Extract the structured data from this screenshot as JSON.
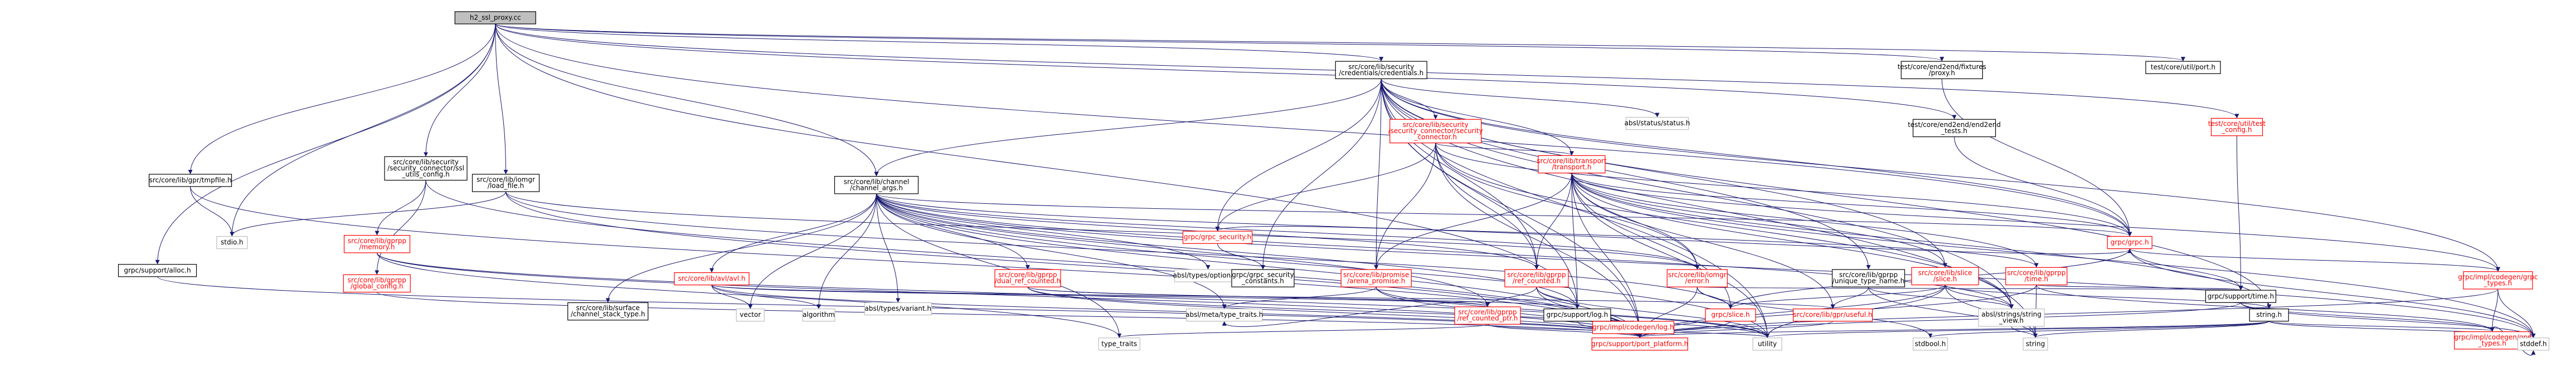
{
  "colors": {
    "edge": "#191970",
    "normal_border": "#000000",
    "linked_border": "#ff0000",
    "linked_text": "#ff0000",
    "root_fill": "#bfbfbf",
    "node_fill": "#ffffff",
    "ext_border": "#bfbfbf"
  },
  "nodes": [
    {
      "id": "root",
      "lines": [
        "h2_ssl_proxy.cc"
      ],
      "kind": "root"
    },
    {
      "id": "gprtmpfile",
      "lines": [
        "src/core/lib/gpr/tmpfile.h"
      ],
      "kind": "normal"
    },
    {
      "id": "secconnutils",
      "lines": [
        "src/core/lib/security",
        "/security_connector/ssl",
        "_utils_config.h"
      ],
      "kind": "normal"
    },
    {
      "id": "loadfile",
      "lines": [
        "src/core/lib/iomgr",
        "/load_file.h"
      ],
      "kind": "normal"
    },
    {
      "id": "channelargs",
      "lines": [
        "src/core/lib/channel",
        "/channel_args.h"
      ],
      "kind": "normal"
    },
    {
      "id": "credentials",
      "lines": [
        "src/core/lib/security",
        "/credentials/credentials.h"
      ],
      "kind": "normal"
    },
    {
      "id": "fixturesproxy",
      "lines": [
        "test/core/end2end/fixtures",
        "/proxy.h"
      ],
      "kind": "normal"
    },
    {
      "id": "portutil",
      "lines": [
        "test/core/util/port.h"
      ],
      "kind": "normal"
    },
    {
      "id": "testconfig",
      "lines": [
        "test/core/util/test",
        "_config.h"
      ],
      "kind": "linked"
    },
    {
      "id": "stdio",
      "lines": [
        "stdio.h"
      ],
      "kind": "ext"
    },
    {
      "id": "alloc",
      "lines": [
        "grpc/support/alloc.h"
      ],
      "kind": "normal"
    },
    {
      "id": "memory",
      "lines": [
        "src/core/lib/gprpp",
        "/memory.h"
      ],
      "kind": "linked"
    },
    {
      "id": "globalconfig",
      "lines": [
        "src/core/lib/gprpp",
        "/global_config.h"
      ],
      "kind": "linked"
    },
    {
      "id": "avl",
      "lines": [
        "src/core/lib/avl/avl.h"
      ],
      "kind": "linked"
    },
    {
      "id": "vector",
      "lines": [
        "vector"
      ],
      "kind": "ext"
    },
    {
      "id": "algorithm",
      "lines": [
        "algorithm"
      ],
      "kind": "ext"
    },
    {
      "id": "surfacestack",
      "lines": [
        "src/core/lib/surface",
        "/channel_stack_type.h"
      ],
      "kind": "normal"
    },
    {
      "id": "variant",
      "lines": [
        "absl/types/variant.h"
      ],
      "kind": "ext"
    },
    {
      "id": "dualrefcounted",
      "lines": [
        "src/core/lib/gprpp",
        "/dual_ref_counted.h"
      ],
      "kind": "linked"
    },
    {
      "id": "optional",
      "lines": [
        "absl/types/optional.h"
      ],
      "kind": "ext"
    },
    {
      "id": "grpcsecurity",
      "lines": [
        "grpc/grpc_security.h"
      ],
      "kind": "linked"
    },
    {
      "id": "secconstants",
      "lines": [
        "grpc/grpc_security",
        "_constants.h"
      ],
      "kind": "normal"
    },
    {
      "id": "secconnector",
      "lines": [
        "src/core/lib/security",
        "/security_connector/security",
        "_connector.h"
      ],
      "kind": "linked"
    },
    {
      "id": "transport",
      "lines": [
        "src/core/lib/transport",
        "/transport.h"
      ],
      "kind": "linked"
    },
    {
      "id": "status",
      "lines": [
        "absl/status/status.h"
      ],
      "kind": "ext"
    },
    {
      "id": "end2endtests",
      "lines": [
        "test/core/end2end/end2end",
        "_tests.h"
      ],
      "kind": "normal"
    },
    {
      "id": "arena",
      "lines": [
        "src/core/lib/promise",
        "/arena_promise.h"
      ],
      "kind": "linked"
    },
    {
      "id": "refcounted",
      "lines": [
        "src/core/lib/gprpp",
        "/ref_counted.h"
      ],
      "kind": "linked"
    },
    {
      "id": "iomgrerror",
      "lines": [
        "src/core/lib/iomgr",
        "/error.h"
      ],
      "kind": "linked"
    },
    {
      "id": "uniquetypename",
      "lines": [
        "src/core/lib/gprpp",
        "/unique_type_name.h"
      ],
      "kind": "normal"
    },
    {
      "id": "slice",
      "lines": [
        "src/core/lib/slice",
        "/slice.h"
      ],
      "kind": "linked"
    },
    {
      "id": "gpprtime",
      "lines": [
        "src/core/lib/gprpp",
        "/time.h"
      ],
      "kind": "linked"
    },
    {
      "id": "grpch",
      "lines": [
        "grpc/grpc.h"
      ],
      "kind": "linked"
    },
    {
      "id": "typetraits",
      "lines": [
        "absl/meta/type_traits.h"
      ],
      "kind": "ext"
    },
    {
      "id": "refcountedptr",
      "lines": [
        "src/core/lib/gprpp",
        "/ref_counted_ptr.h"
      ],
      "kind": "linked"
    },
    {
      "id": "supportlog",
      "lines": [
        "grpc/support/log.h"
      ],
      "kind": "normal"
    },
    {
      "id": "grpcslice",
      "lines": [
        "grpc/slice.h"
      ],
      "kind": "linked"
    },
    {
      "id": "useful",
      "lines": [
        "src/core/lib/gpr/useful.h"
      ],
      "kind": "linked"
    },
    {
      "id": "stringview",
      "lines": [
        "absl/strings/string",
        "_view.h"
      ],
      "kind": "ext"
    },
    {
      "id": "stringh",
      "lines": [
        "string.h"
      ],
      "kind": "normal"
    },
    {
      "id": "supporttime",
      "lines": [
        "grpc/support/time.h"
      ],
      "kind": "normal"
    },
    {
      "id": "impltypes",
      "lines": [
        "grpc/impl/codegen/grpc",
        "_types.h"
      ],
      "kind": "linked"
    },
    {
      "id": "type_traits",
      "lines": [
        "type_traits"
      ],
      "kind": "ext"
    },
    {
      "id": "portplatform",
      "lines": [
        "grpc/support/port_platform.h"
      ],
      "kind": "linked"
    },
    {
      "id": "utility",
      "lines": [
        "utility"
      ],
      "kind": "ext"
    },
    {
      "id": "codegenlog",
      "lines": [
        "grpc/impl/codegen/log.h"
      ],
      "kind": "linked"
    },
    {
      "id": "stdbool",
      "lines": [
        "stdbool.h"
      ],
      "kind": "ext"
    },
    {
      "id": "stringstd",
      "lines": [
        "string"
      ],
      "kind": "ext"
    },
    {
      "id": "gprtypes",
      "lines": [
        "grpc/impl/codegen/gpr",
        "_types.h"
      ],
      "kind": "linked"
    },
    {
      "id": "stddef",
      "lines": [
        "stddef.h"
      ],
      "kind": "ext"
    }
  ],
  "edges": [
    [
      "root",
      "gprtmpfile"
    ],
    [
      "root",
      "secconnutils"
    ],
    [
      "root",
      "loadfile"
    ],
    [
      "root",
      "channelargs"
    ],
    [
      "root",
      "credentials"
    ],
    [
      "root",
      "fixturesproxy"
    ],
    [
      "root",
      "portutil"
    ],
    [
      "root",
      "testconfig"
    ],
    [
      "root",
      "stdio"
    ],
    [
      "root",
      "alloc"
    ],
    [
      "root",
      "grpch"
    ],
    [
      "root",
      "supportlog"
    ],
    [
      "root",
      "end2endtests"
    ],
    [
      "gprtmpfile",
      "stdio"
    ],
    [
      "gprtmpfile",
      "portplatform"
    ],
    [
      "secconnutils",
      "globalconfig"
    ],
    [
      "secconnutils",
      "memory"
    ],
    [
      "secconnutils",
      "portplatform"
    ],
    [
      "loadfile",
      "stdio"
    ],
    [
      "loadfile",
      "grpcslice"
    ],
    [
      "loadfile",
      "iomgrerror"
    ],
    [
      "loadfile",
      "portplatform"
    ],
    [
      "channelargs",
      "avl"
    ],
    [
      "channelargs",
      "surfacestack"
    ],
    [
      "channelargs",
      "variant"
    ],
    [
      "channelargs",
      "dualrefcounted"
    ],
    [
      "channelargs",
      "optional"
    ],
    [
      "channelargs",
      "refcounted"
    ],
    [
      "channelargs",
      "refcountedptr"
    ],
    [
      "channelargs",
      "gpprtime"
    ],
    [
      "channelargs",
      "grpch"
    ],
    [
      "channelargs",
      "vector"
    ],
    [
      "channelargs",
      "algorithm"
    ],
    [
      "channelargs",
      "supportlog"
    ],
    [
      "channelargs",
      "typetraits"
    ],
    [
      "channelargs",
      "stringview"
    ],
    [
      "channelargs",
      "utility"
    ],
    [
      "channelargs",
      "portplatform"
    ],
    [
      "channelargs",
      "stddef"
    ],
    [
      "channelargs",
      "iomgrerror"
    ],
    [
      "channelargs",
      "type_traits"
    ],
    [
      "credentials",
      "secconnector"
    ],
    [
      "credentials",
      "grpcsecurity"
    ],
    [
      "credentials",
      "secconstants"
    ],
    [
      "credentials",
      "transport"
    ],
    [
      "credentials",
      "status"
    ],
    [
      "credentials",
      "arena"
    ],
    [
      "credentials",
      "refcounted"
    ],
    [
      "credentials",
      "uniquetypename"
    ],
    [
      "credentials",
      "slice"
    ],
    [
      "credentials",
      "grpch"
    ],
    [
      "credentials",
      "stringh"
    ],
    [
      "credentials",
      "stringview"
    ],
    [
      "credentials",
      "stringstd"
    ],
    [
      "credentials",
      "channelargs"
    ],
    [
      "credentials",
      "supportlog"
    ],
    [
      "credentials",
      "portplatform"
    ],
    [
      "credentials",
      "utility"
    ],
    [
      "credentials",
      "impltypes"
    ],
    [
      "fixturesproxy",
      "grpch"
    ],
    [
      "end2endtests",
      "grpch"
    ],
    [
      "testconfig",
      "supporttime"
    ],
    [
      "secconnector",
      "grpcsecurity"
    ],
    [
      "secconnector",
      "transport"
    ],
    [
      "secconnector",
      "refcounted"
    ],
    [
      "secconnector",
      "iomgrerror"
    ],
    [
      "secconnector",
      "portplatform"
    ],
    [
      "secconnector",
      "grpch"
    ],
    [
      "secconnector",
      "stringview"
    ],
    [
      "secconnector",
      "arena"
    ],
    [
      "grpcsecurity",
      "secconstants"
    ],
    [
      "grpcsecurity",
      "grpch"
    ],
    [
      "transport",
      "arena"
    ],
    [
      "transport",
      "refcounted"
    ],
    [
      "transport",
      "iomgrerror"
    ],
    [
      "transport",
      "slice"
    ],
    [
      "transport",
      "gpprtime"
    ],
    [
      "transport",
      "grpcslice"
    ],
    [
      "transport",
      "useful"
    ],
    [
      "transport",
      "stringview"
    ],
    [
      "transport",
      "utility"
    ],
    [
      "transport",
      "grpch"
    ],
    [
      "transport",
      "stringh"
    ],
    [
      "transport",
      "impltypes"
    ],
    [
      "transport",
      "portplatform"
    ],
    [
      "transport",
      "stddef"
    ],
    [
      "transport",
      "supportlog"
    ],
    [
      "globalconfig",
      "portplatform"
    ],
    [
      "memory",
      "portplatform"
    ],
    [
      "memory",
      "utility"
    ],
    [
      "memory",
      "type_traits"
    ],
    [
      "avl",
      "vector"
    ],
    [
      "avl",
      "algorithm"
    ],
    [
      "avl",
      "refcountedptr"
    ],
    [
      "avl",
      "useful"
    ],
    [
      "avl",
      "portplatform"
    ],
    [
      "dualrefcounted",
      "refcountedptr"
    ],
    [
      "dualrefcounted",
      "supportlog"
    ],
    [
      "dualrefcounted",
      "portplatform"
    ],
    [
      "dualrefcounted",
      "utility"
    ],
    [
      "arena",
      "typetraits"
    ],
    [
      "arena",
      "utility"
    ],
    [
      "arena",
      "portplatform"
    ],
    [
      "refcounted",
      "refcountedptr"
    ],
    [
      "refcounted",
      "supportlog"
    ],
    [
      "refcounted",
      "portplatform"
    ],
    [
      "refcounted",
      "utility"
    ],
    [
      "iomgrerror",
      "grpcslice"
    ],
    [
      "iomgrerror",
      "stdbool"
    ],
    [
      "iomgrerror",
      "portplatform"
    ],
    [
      "iomgrerror",
      "supporttime"
    ],
    [
      "uniquetypename",
      "stringview"
    ],
    [
      "uniquetypename",
      "useful"
    ],
    [
      "uniquetypename",
      "stringstd"
    ],
    [
      "slice",
      "grpcslice"
    ],
    [
      "slice",
      "stringview"
    ],
    [
      "slice",
      "stringstd"
    ],
    [
      "slice",
      "portplatform"
    ],
    [
      "slice",
      "utility"
    ],
    [
      "slice",
      "stringh"
    ],
    [
      "gpprtime",
      "stringstd"
    ],
    [
      "gpprtime",
      "supporttime"
    ],
    [
      "gpprtime",
      "gprtypes"
    ],
    [
      "gpprtime",
      "portplatform"
    ],
    [
      "grpch",
      "supporttime"
    ],
    [
      "grpch",
      "impltypes"
    ],
    [
      "grpch",
      "stddef"
    ],
    [
      "grpch",
      "grpcslice"
    ],
    [
      "refcountedptr",
      "typetraits"
    ],
    [
      "refcountedptr",
      "portplatform"
    ],
    [
      "refcountedptr",
      "utility"
    ],
    [
      "refcountedptr",
      "type_traits"
    ],
    [
      "supportlog",
      "codegenlog"
    ],
    [
      "supportlog",
      "portplatform"
    ],
    [
      "grpcslice",
      "portplatform"
    ],
    [
      "useful",
      "portplatform"
    ],
    [
      "stringview",
      "stringstd"
    ],
    [
      "stringh",
      "stddef"
    ],
    [
      "stringh",
      "portplatform"
    ],
    [
      "stringh",
      "stringstd"
    ],
    [
      "stringh",
      "utility"
    ],
    [
      "stringh",
      "stdbool"
    ],
    [
      "stringh",
      "gprtypes"
    ],
    [
      "supporttime",
      "gprtypes"
    ],
    [
      "supporttime",
      "stddef"
    ],
    [
      "supporttime",
      "portplatform"
    ],
    [
      "supporttime",
      "supporttime"
    ],
    [
      "impltypes",
      "gprtypes"
    ],
    [
      "impltypes",
      "stddef"
    ],
    [
      "impltypes",
      "portplatform"
    ],
    [
      "gprtypes",
      "stddef"
    ],
    [
      "alloc",
      "portplatform"
    ],
    [
      "portutil",
      "portutil"
    ]
  ]
}
